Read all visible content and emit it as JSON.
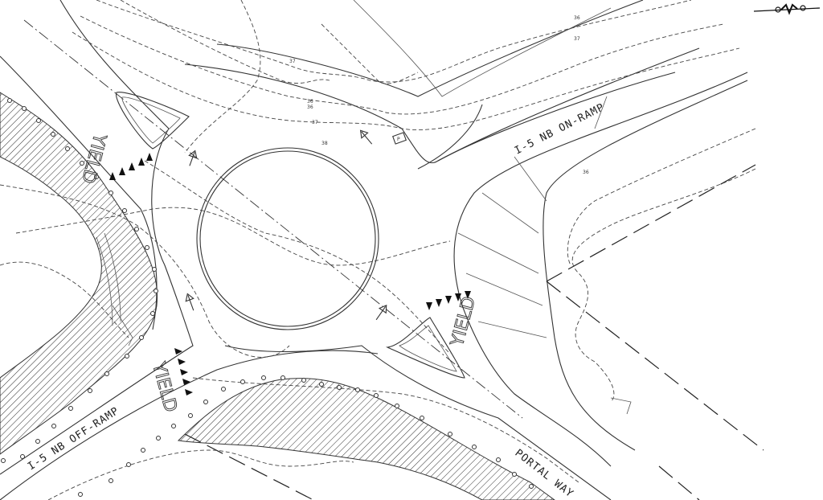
{
  "drawing": {
    "road_labels": {
      "on_ramp": "I-5 NB ON-RAMP",
      "off_ramp": "I-5 NB OFF-RAMP",
      "portal_way": "PORTAL WAY"
    },
    "pavement_markings": {
      "yield_north": "YIELD",
      "yield_east": "YIELD",
      "yield_southwest": "YIELD"
    },
    "contour_labels": [
      "36",
      "36",
      "37",
      "38",
      "37",
      "36",
      "37",
      "36"
    ],
    "parking_symbol": "P",
    "colors": {
      "linework": "#333333",
      "background": "#ffffff"
    }
  }
}
